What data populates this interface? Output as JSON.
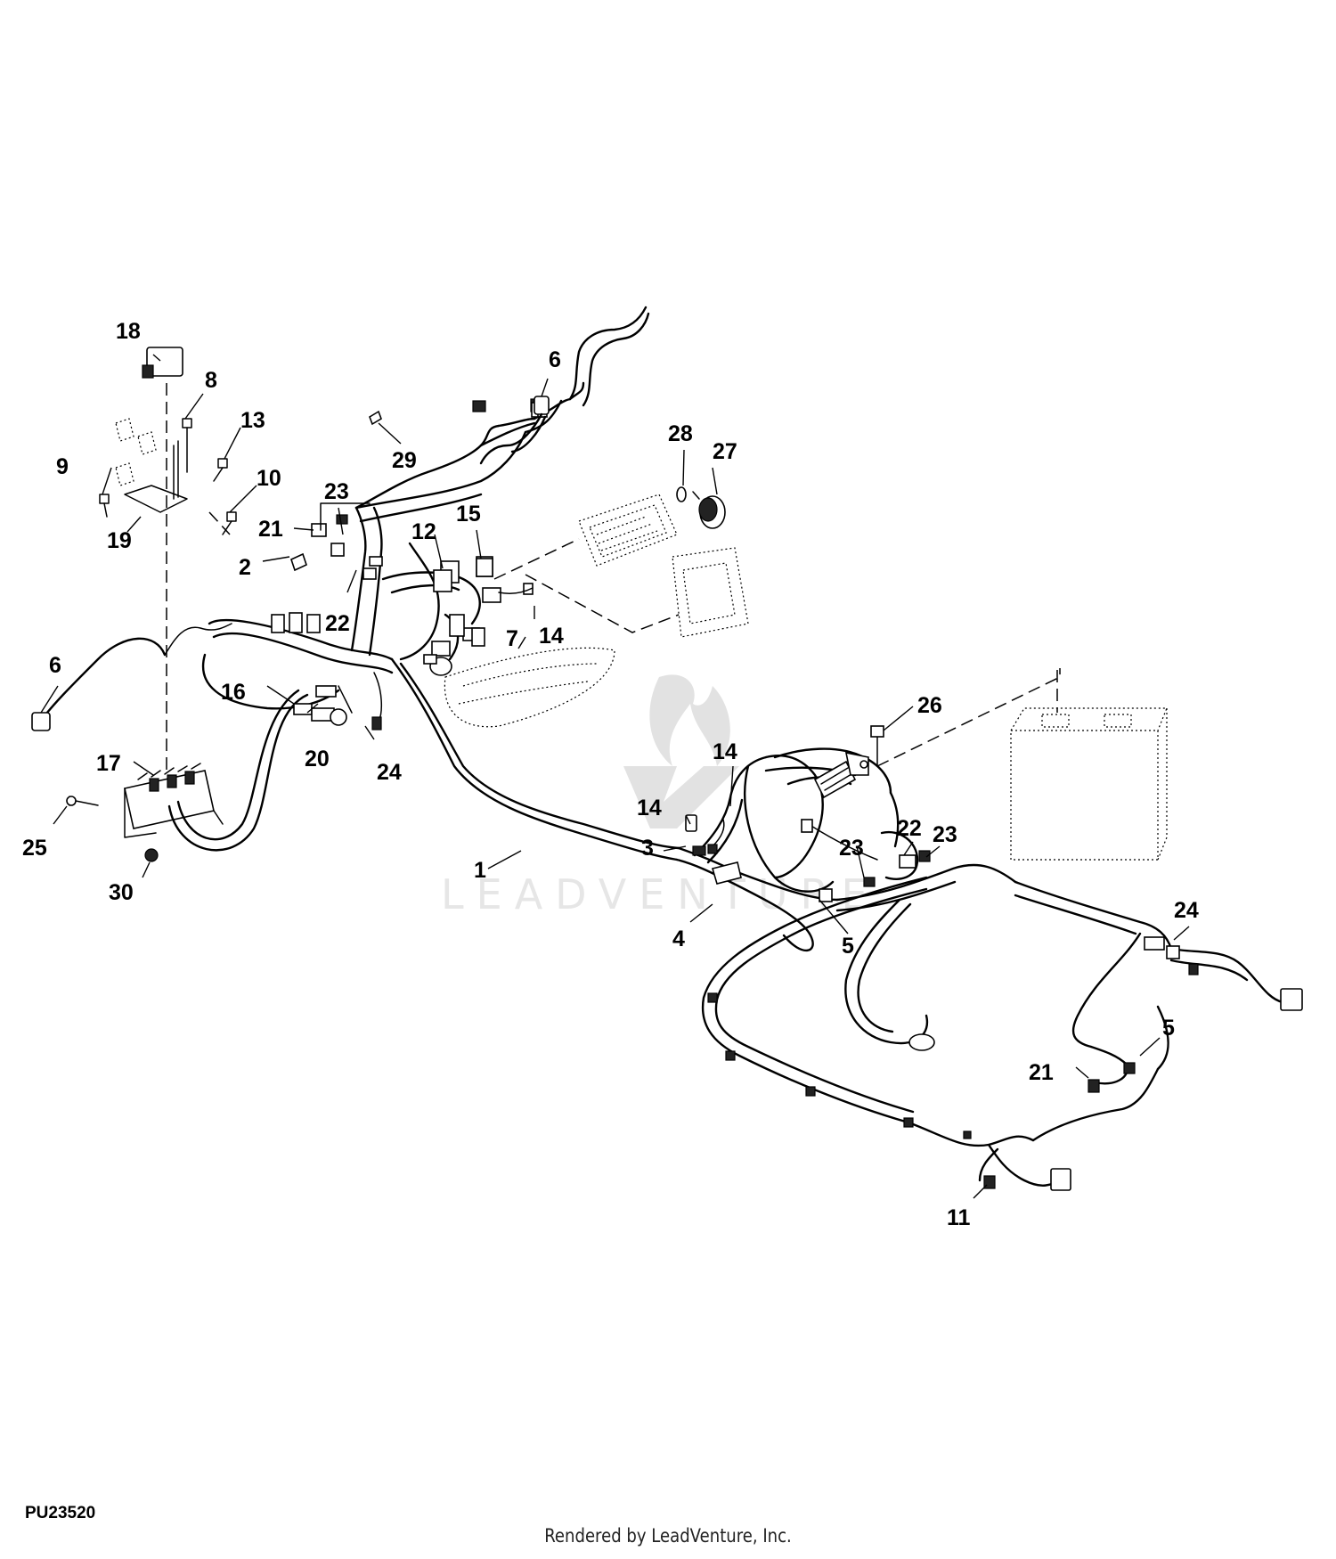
{
  "figure_id": "PU23520",
  "render_credit": "Rendered by LeadVenture, Inc.",
  "watermark": "LEADVENTURE",
  "callouts": {
    "c1": "1",
    "c2": "2",
    "c3": "3",
    "c4": "4",
    "c5a": "5",
    "c5b": "5",
    "c6a": "6",
    "c6b": "6",
    "c7": "7",
    "c8": "8",
    "c9": "9",
    "c10": "10",
    "c11": "11",
    "c12": "12",
    "c13": "13",
    "c14a": "14",
    "c14b": "14",
    "c14c": "14",
    "c15": "15",
    "c16": "16",
    "c17": "17",
    "c18": "18",
    "c19": "19",
    "c20": "20",
    "c21a": "21",
    "c21b": "21",
    "c22a": "22",
    "c22b": "22",
    "c23a": "23",
    "c23b": "23",
    "c23c": "23",
    "c24a": "24",
    "c24b": "24",
    "c25": "25",
    "c26": "26",
    "c27": "27",
    "c28": "28",
    "c29": "29",
    "c30": "30"
  }
}
